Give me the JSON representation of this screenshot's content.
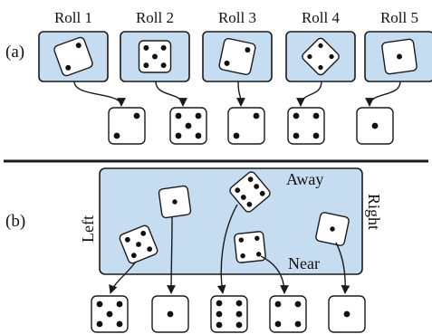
{
  "panel_a": {
    "label": "(a)",
    "rolls": [
      {
        "label": "Roll 1",
        "captured_pips": 2,
        "rotation_deg": -20,
        "result": 2
      },
      {
        "label": "Roll 2",
        "captured_pips": 5,
        "rotation_deg": 0,
        "result": 5
      },
      {
        "label": "Roll 3",
        "captured_pips": 2,
        "rotation_deg": 12,
        "result": 2
      },
      {
        "label": "Roll 4",
        "captured_pips": 4,
        "rotation_deg": 45,
        "result": 4
      },
      {
        "label": "Roll 5",
        "captured_pips": 1,
        "rotation_deg": -8,
        "result": 1
      }
    ]
  },
  "panel_b": {
    "label": "(b)",
    "edges": {
      "top": "Away",
      "bottom": "Near",
      "left": "Left",
      "right": "Right"
    },
    "dice": [
      {
        "pips": 5,
        "rotation_deg": -22,
        "result": 5
      },
      {
        "pips": 1,
        "rotation_deg": -8,
        "result": 1
      },
      {
        "pips": 6,
        "rotation_deg": -40,
        "result": 6
      },
      {
        "pips": 4,
        "rotation_deg": -6,
        "result": 4
      },
      {
        "pips": 1,
        "rotation_deg": 12,
        "result": 1
      }
    ]
  },
  "colors": {
    "panel_fill": "#c6dcf1",
    "stroke": "#1a1a1a",
    "die_fill": "#ffffff",
    "pip": "#111111"
  }
}
